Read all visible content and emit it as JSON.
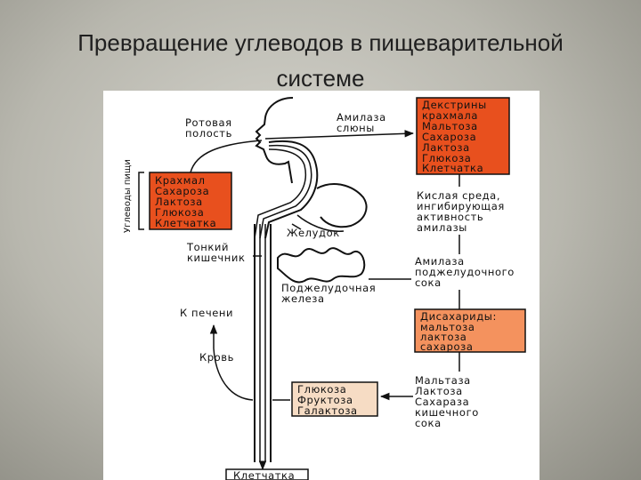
{
  "slide": {
    "title_line1": "Превращение углеводов в пищеварительной",
    "title_line2": "системе"
  },
  "diagram": {
    "colors": {
      "dark_orange": "#e8501e",
      "light_orange": "#f4925e",
      "pale_peach": "#f6dcc4",
      "stroke": "#111111"
    },
    "dietary_box": {
      "side_label": "Углеводы пищи",
      "items": [
        "Крахмал",
        "Сахароза",
        "Лактоза",
        "Глюкоза",
        "Клетчатка"
      ]
    },
    "labels": {
      "oral_cavity": [
        "Ротовая",
        "полость"
      ],
      "saliva_amylase": [
        "Амилаза",
        "слюны"
      ],
      "acid_env": [
        "Кислая среда,",
        "ингибирующая",
        "активность",
        "амилазы"
      ],
      "stomach": "Желудок",
      "small_intestine": [
        "Тонкий",
        "кишечник"
      ],
      "pancreatic_amylase": [
        "Амилаза",
        "поджелудочного",
        "сока"
      ],
      "pancreas": [
        "Поджелудочная",
        "железа"
      ],
      "to_liver": "К печени",
      "blood": "Кровь",
      "intestinal_enzymes": [
        "Мальтаза",
        "Лактоза",
        "Сахараза",
        "кишечного",
        "сока"
      ]
    },
    "dextrins_box": [
      "Декстрины",
      "крахмала",
      "Мальтоза",
      "Сахароза",
      "Лактоза",
      "Глюкоза",
      "Клетчатка"
    ],
    "disaccharides_box": [
      "Дисахариды:",
      "мальтоза",
      "лактоза",
      "сахароза"
    ],
    "monosaccharides_box": [
      "Глюкоза",
      "Фруктоза",
      "Галактоза"
    ],
    "fiber_box": "Клетчатка"
  }
}
